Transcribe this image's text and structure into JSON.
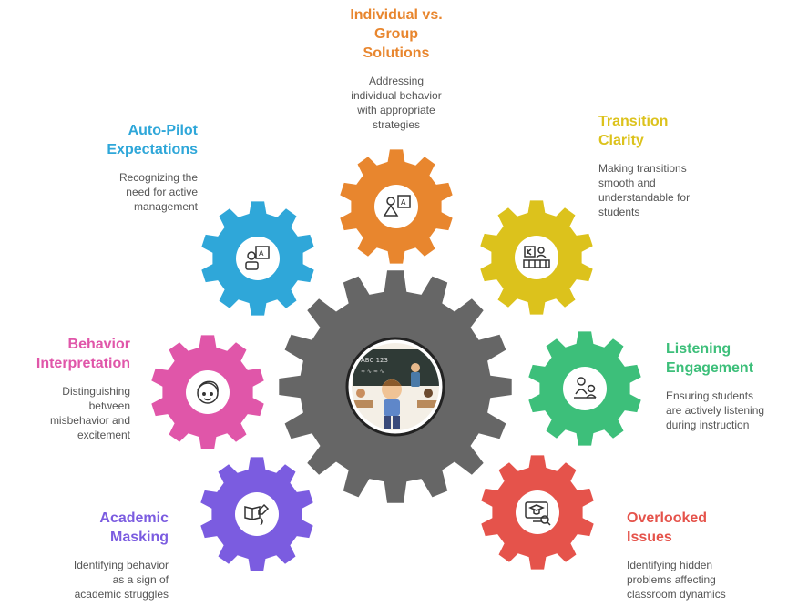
{
  "topics": [
    {
      "id": "individual",
      "title_lines": [
        "Individual vs.",
        "Group",
        "Solutions"
      ],
      "desc_lines": [
        "Addressing",
        "individual behavior",
        "with appropriate",
        "strategies"
      ],
      "color": "#E8862E",
      "icon": "teacher-board-icon"
    },
    {
      "id": "transition",
      "title_lines": [
        "Transition",
        "Clarity"
      ],
      "desc_lines": [
        "Making transitions",
        "smooth and",
        "understandable for",
        "students"
      ],
      "color": "#DCC21C",
      "icon": "classroom-icon"
    },
    {
      "id": "listening",
      "title_lines": [
        "Listening",
        "Engagement"
      ],
      "desc_lines": [
        "Ensuring students",
        "are actively listening",
        "during instruction"
      ],
      "color": "#3DBF7A",
      "icon": "listening-student-icon"
    },
    {
      "id": "overlooked",
      "title_lines": [
        "Overlooked",
        "Issues"
      ],
      "desc_lines": [
        "Identifying hidden",
        "problems affecting",
        "classroom dynamics"
      ],
      "color": "#E5534B",
      "icon": "graduation-monitor-icon"
    },
    {
      "id": "academic",
      "title_lines": [
        "Academic",
        "Masking"
      ],
      "desc_lines": [
        "Identifying behavior",
        "as a sign of",
        "academic struggles"
      ],
      "color": "#7B5CE0",
      "icon": "book-pencil-icon"
    },
    {
      "id": "behavior",
      "title_lines": [
        "Behavior",
        "Interpretation"
      ],
      "desc_lines": [
        "Distinguishing",
        "between",
        "misbehavior and",
        "excitement"
      ],
      "color": "#E056A9",
      "icon": "child-face-icon"
    },
    {
      "id": "autopilot",
      "title_lines": [
        "Auto-Pilot",
        "Expectations"
      ],
      "desc_lines": [
        "Recognizing the",
        "need for active",
        "management"
      ],
      "color": "#2FA7D9",
      "icon": "presenter-board-icon"
    }
  ],
  "center": {
    "gear_color": "#666666",
    "icon": "classroom-scene-icon"
  }
}
